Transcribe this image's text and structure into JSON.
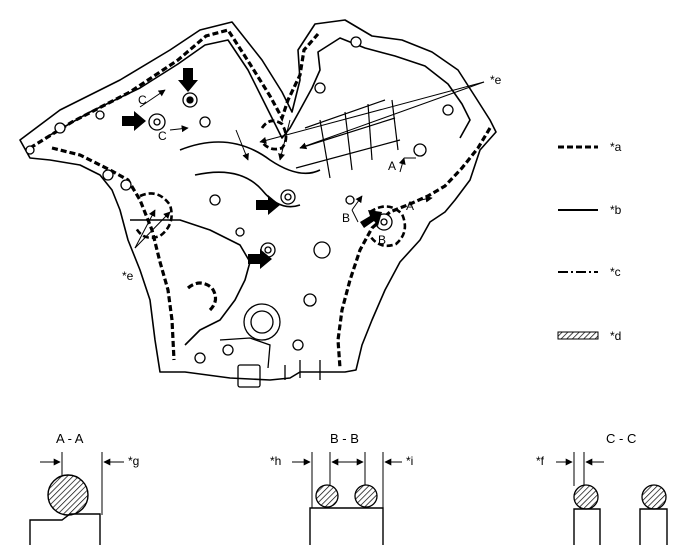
{
  "legend": [
    {
      "key": "seal-dashed",
      "label": "*a"
    },
    {
      "key": "seal-solid",
      "label": "*b"
    },
    {
      "key": "seal-dashdot",
      "label": "*c"
    },
    {
      "key": "seal-hatched",
      "label": "*d"
    }
  ],
  "callouts": {
    "e_top": "*e",
    "e_left": "*e",
    "section_letters": {
      "a1": "A",
      "a2": "A",
      "b1": "B",
      "b2": "B",
      "c1": "C",
      "c2": "C"
    }
  },
  "sections": {
    "aa": {
      "title": "A - A",
      "dim": "*g"
    },
    "bb": {
      "title": "B - B",
      "dim_left": "*h",
      "dim_right": "*i"
    },
    "cc": {
      "title": "C - C",
      "dim": "*f"
    }
  },
  "icons": [
    "arrow-icon",
    "hatched-bead-icon"
  ]
}
